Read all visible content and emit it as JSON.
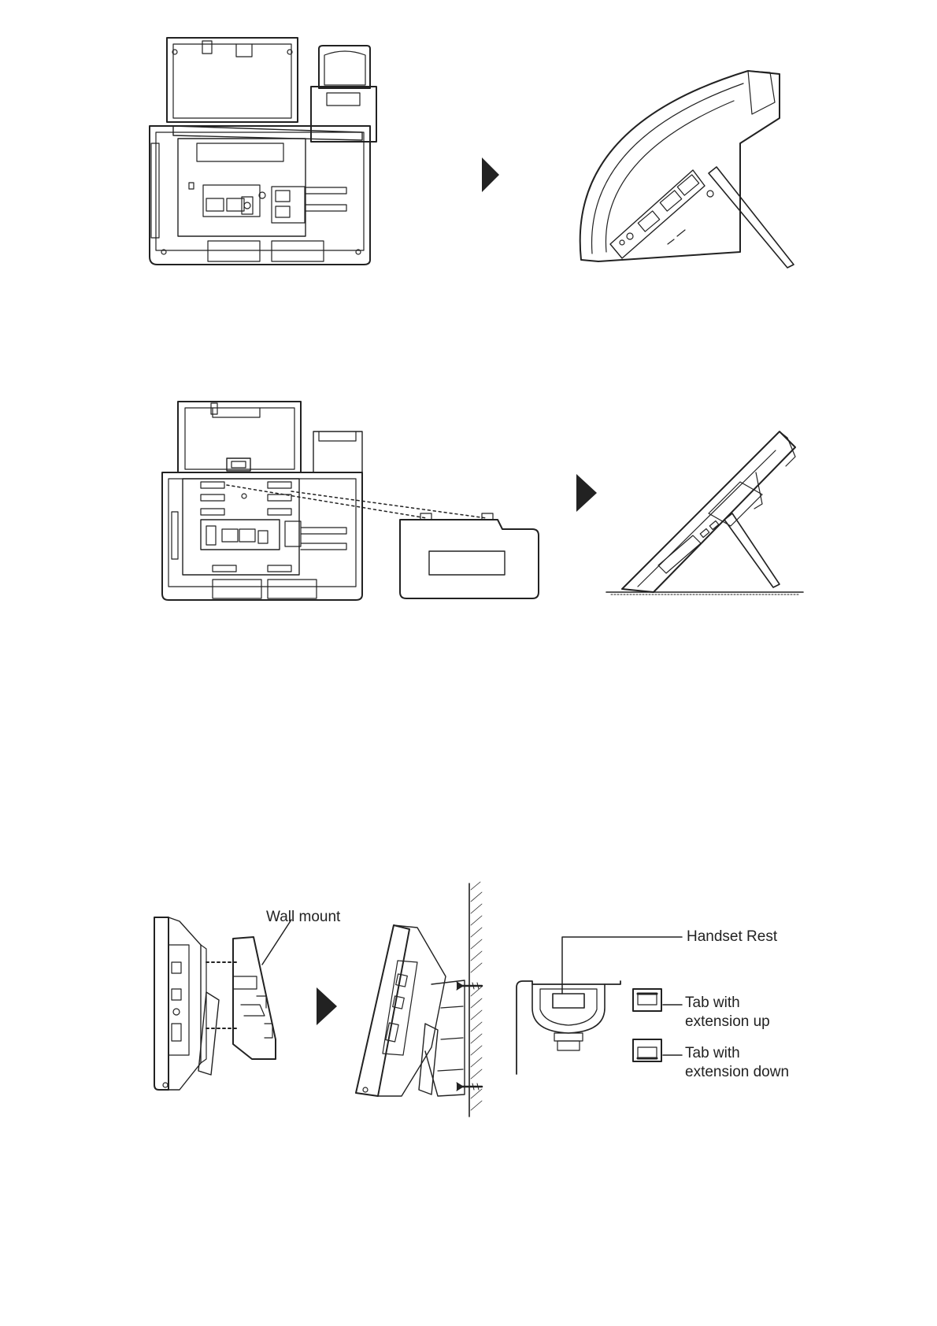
{
  "labels": {
    "wall_mount": "Wall mount",
    "handset_rest": "Handset Rest",
    "tab_up": "Tab with\nextension up",
    "tab_down": "Tab with\nextension down"
  },
  "colors": {
    "line": "#222222",
    "background": "#ffffff"
  }
}
